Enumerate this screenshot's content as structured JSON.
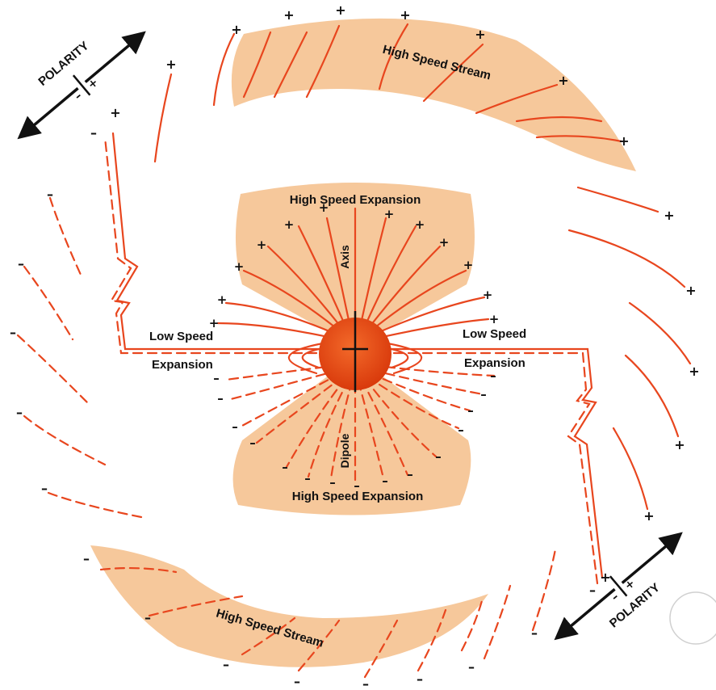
{
  "labels": {
    "stream_top": "High Speed Stream",
    "stream_bottom": "High Speed Stream",
    "expansion_top": "High Speed Expansion",
    "expansion_bottom": "High Speed Expansion",
    "low_speed_left_1": "Low Speed",
    "low_speed_left_2": "Expansion",
    "low_speed_right_1": "Low Speed",
    "low_speed_right_2": "Expansion",
    "axis": "Axis",
    "dipole": "Dipole",
    "polarity_top": "POLARITY",
    "polarity_bottom": "POLARITY",
    "plus": "+",
    "minus": "–"
  },
  "colors": {
    "region_fill": "#f6c89b",
    "field_line": "#e8461e",
    "sun": "#ea4a14",
    "text": "#111111"
  }
}
